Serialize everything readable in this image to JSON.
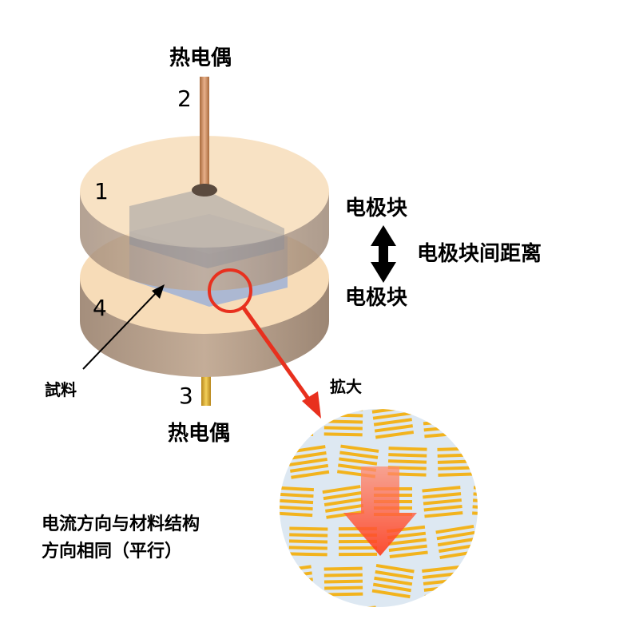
{
  "labels": {
    "thermocouple_top": "热电偶",
    "thermocouple_bottom": "热电偶",
    "num_1": "1",
    "num_2": "2",
    "num_3": "3",
    "num_4": "4",
    "electrode_upper": "电极块",
    "electrode_lower": "电极块",
    "electrode_gap": "电极块间距离",
    "sample": "試料",
    "magnify": "拡大",
    "note_line1": "电流方向与材料结构",
    "note_line2": "方向相同（平行）"
  },
  "colors": {
    "disk_top": "#f7dcb8",
    "disk_side": "#b8a08c",
    "sample_block": "#a9b6d4",
    "rod": "#c88a5a",
    "rod_bottom": "#d9a830",
    "callout": "#e8301e",
    "fiber": "#f2b31d",
    "circle_bg": "#dde8f2",
    "current_arrow": "#ff5030"
  },
  "icons": {
    "gap_arrow": "double-vertical-arrow",
    "magnify_arrow": "red-callout-arrow"
  }
}
